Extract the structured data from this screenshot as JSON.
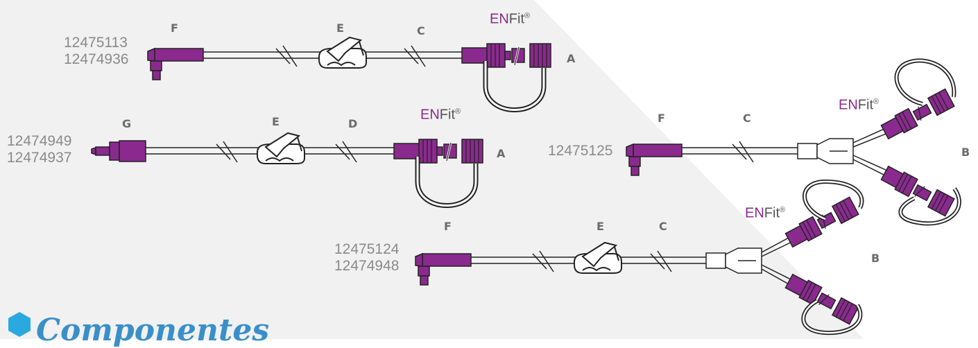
{
  "colors": {
    "accent": "#8a2a8e",
    "tube": "#f4f4f4",
    "label": "#6b6b6b",
    "code": "#8a8a8a",
    "heading": "#3a8fc8",
    "background_shade": "#f1f1f1"
  },
  "trademark": {
    "en": "EN",
    "fit": "Fit",
    "reg": "®"
  },
  "sets": [
    {
      "codes": [
        "12475113",
        "12474936"
      ],
      "labels": [
        "F",
        "E",
        "C",
        "A"
      ]
    },
    {
      "codes": [
        "12474949",
        "12474937"
      ],
      "labels": [
        "G",
        "E",
        "D",
        "A"
      ]
    },
    {
      "codes": [
        "12475125"
      ],
      "labels": [
        "F",
        "C",
        "B"
      ]
    },
    {
      "codes": [
        "12475124",
        "12474948"
      ],
      "labels": [
        "F",
        "E",
        "C",
        "B"
      ]
    }
  ],
  "heading": "Componentes",
  "icons": [
    "hexagon-icon"
  ]
}
